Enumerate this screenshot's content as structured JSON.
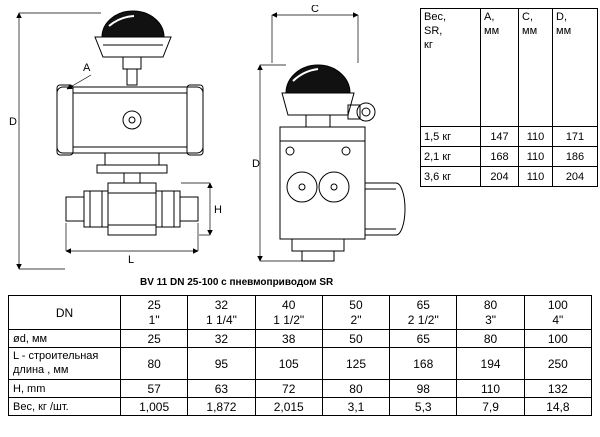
{
  "caption": "BV 11 DN 25-100 с пневмоприводом SR",
  "drawing_labels": {
    "left_a": "A",
    "left_d": "D",
    "left_h": "H",
    "left_l": "L",
    "mid_c": "C",
    "mid_d": "D"
  },
  "spec_table": {
    "headers": [
      "Вес,\nSR,\nкг",
      "A,\nмм",
      "C,\nмм",
      "D,\nмм"
    ],
    "rows": [
      [
        "1,5 кг",
        "147",
        "110",
        "171"
      ],
      [
        "2,1 кг",
        "168",
        "110",
        "186"
      ],
      [
        "3,6 кг",
        "204",
        "110",
        "204"
      ]
    ]
  },
  "dims_table": {
    "dn_label": "DN",
    "dn": [
      "25\n1\"",
      "32\n1 1/4\"",
      "40\n1 1/2\"",
      "50\n2\"",
      "65\n2 1/2\"",
      "80\n3\"",
      "100\n4\""
    ],
    "rows": [
      {
        "label": "ød, мм",
        "values": [
          "25",
          "32",
          "38",
          "50",
          "65",
          "80",
          "100"
        ]
      },
      {
        "label": "L - строительная\nдлина , мм",
        "values": [
          "80",
          "95",
          "105",
          "125",
          "168",
          "194",
          "250"
        ]
      },
      {
        "label": "H, mm",
        "values": [
          "57",
          "63",
          "72",
          "80",
          "98",
          "110",
          "132"
        ]
      },
      {
        "label": "Вес, кг /шт.",
        "values": [
          "1,005",
          "1,872",
          "2,015",
          "3,1",
          "5,3",
          "7,9",
          "14,8"
        ]
      }
    ]
  }
}
